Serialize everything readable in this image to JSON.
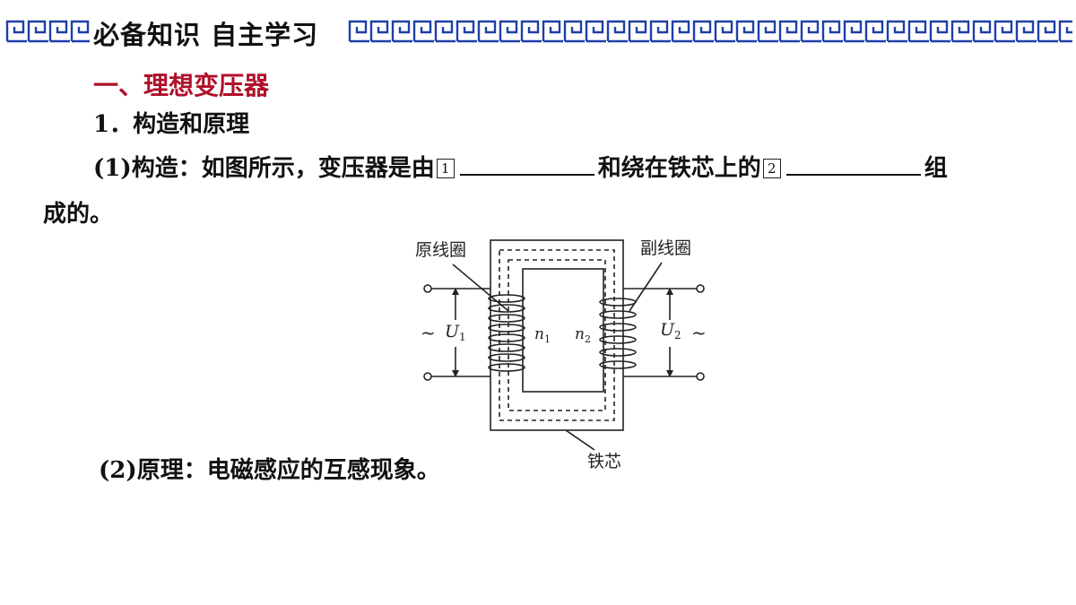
{
  "header": {
    "title": "必备知识 自主学习"
  },
  "section": {
    "title": "一、理想变压器"
  },
  "subsection": {
    "title": "1．构造和原理"
  },
  "construction": {
    "prefix": "(1)构造：如图所示，变压器是由",
    "box1": "1",
    "middle": "和绕在铁芯上的",
    "box2": "2",
    "suffix": "组",
    "continuation": "成的。"
  },
  "principle": {
    "text": "(2)原理：电磁感应的互感现象。"
  },
  "diagram": {
    "primary_coil_label": "原线圈",
    "secondary_coil_label": "副线圈",
    "core_label": "铁芯",
    "u1_symbol": "U",
    "u1_sub": "1",
    "u2_symbol": "U",
    "u2_sub": "2",
    "n1_symbol": "n",
    "n1_sub": "1",
    "n2_symbol": "n",
    "n2_sub": "2",
    "ac_left": "~",
    "ac_right": "~"
  }
}
